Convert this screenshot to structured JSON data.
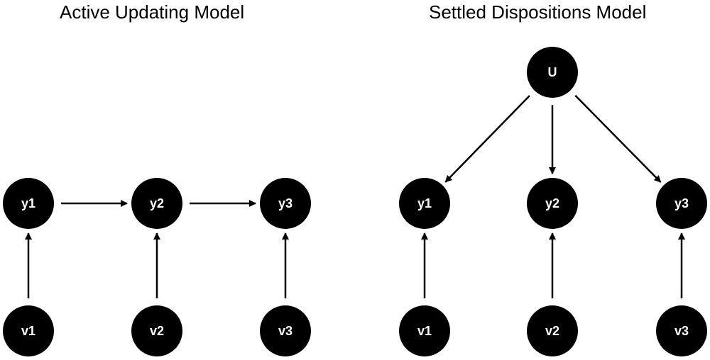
{
  "colors": {
    "node_fill": "#000000",
    "edge": "#000000",
    "label": "#ffffff"
  },
  "models": [
    {
      "id": "active",
      "title": "Active Updating Model",
      "nodes": {
        "y1": "y1",
        "y2": "y2",
        "y3": "y3",
        "v1": "v1",
        "v2": "v2",
        "v3": "v3"
      },
      "edges": [
        [
          "y1",
          "y2"
        ],
        [
          "y2",
          "y3"
        ],
        [
          "v1",
          "y1"
        ],
        [
          "v2",
          "y2"
        ],
        [
          "v3",
          "y3"
        ]
      ]
    },
    {
      "id": "settled",
      "title": "Settled Dispositions Model",
      "nodes": {
        "u": "U",
        "y1": "y1",
        "y2": "y2",
        "y3": "y3",
        "v1": "v1",
        "v2": "v2",
        "v3": "v3"
      },
      "edges": [
        [
          "u",
          "y1"
        ],
        [
          "u",
          "y2"
        ],
        [
          "u",
          "y3"
        ],
        [
          "v1",
          "y1"
        ],
        [
          "v2",
          "y2"
        ],
        [
          "v3",
          "y3"
        ]
      ]
    }
  ]
}
